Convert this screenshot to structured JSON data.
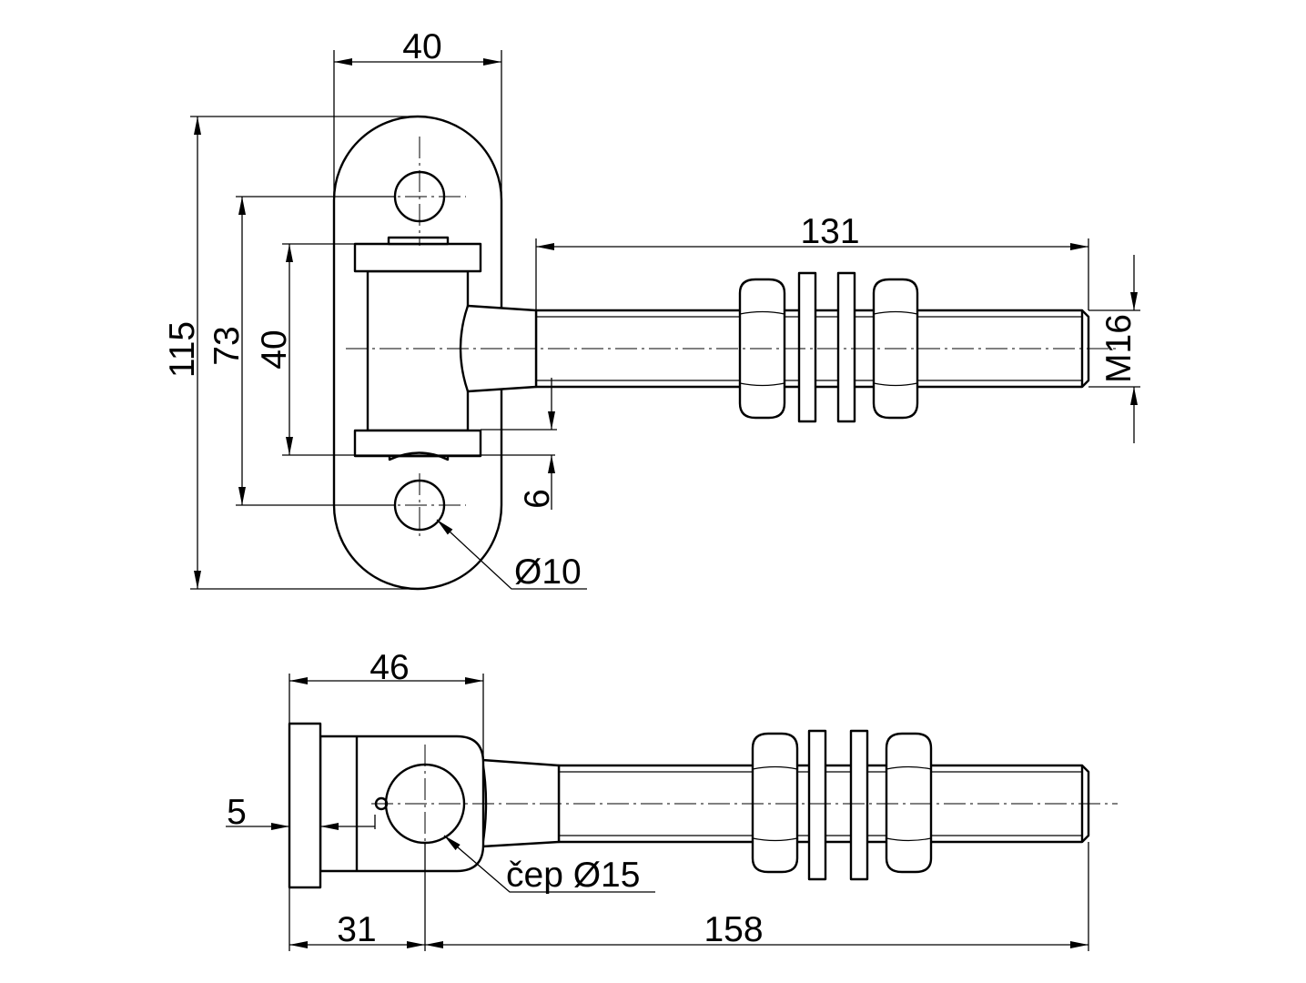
{
  "drawing": {
    "top_view": {
      "width": "40",
      "height_total": "115",
      "hole_spacing": "73",
      "knuckle_length": "40",
      "pin_length": "131",
      "thread": "M16",
      "offset": "6",
      "hole_diameter": "Ø10"
    },
    "side_view": {
      "width": "46",
      "plate_thickness": "5",
      "pin_label": "čep Ø15",
      "pin_offset": "31",
      "bolt_length": "158"
    }
  }
}
